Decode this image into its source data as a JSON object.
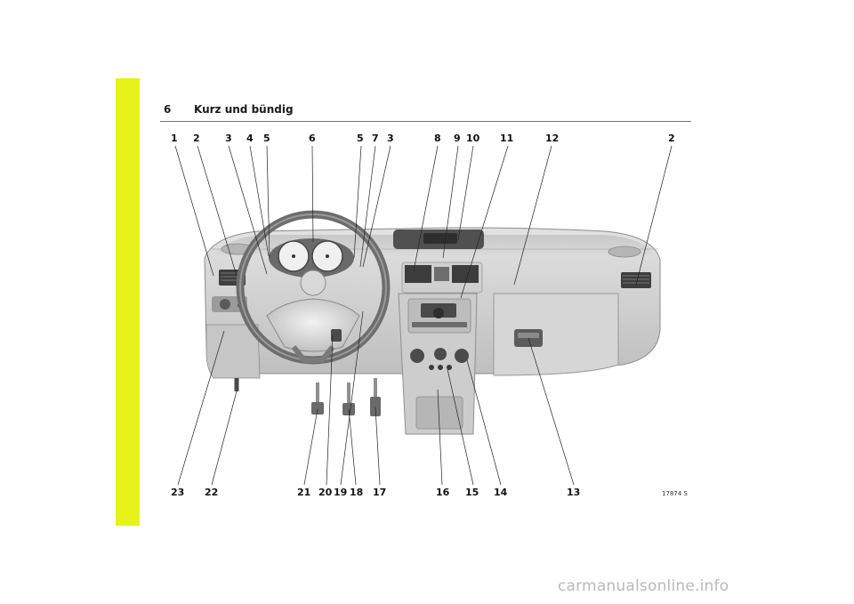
{
  "header": {
    "page_number": "6",
    "title": "Kurz und bündig"
  },
  "figure": {
    "code": "17874 S",
    "callouts_top": [
      "1",
      "2",
      "3",
      "4",
      "5",
      "6",
      "5",
      "7",
      "3",
      "8",
      "9",
      "10",
      "11",
      "12",
      "2"
    ],
    "callouts_bottom": [
      "23",
      "22",
      "21",
      "20",
      "19",
      "18",
      "17",
      "16",
      "15",
      "14",
      "13"
    ]
  },
  "footer": {
    "watermark": "carmanualsonline.info"
  },
  "colors": {
    "sidebar": "#e6f21a",
    "dashboard": "#d4d4d4",
    "dashboard_shadow": "#9c9c9c",
    "leader_lines": "#222222"
  }
}
